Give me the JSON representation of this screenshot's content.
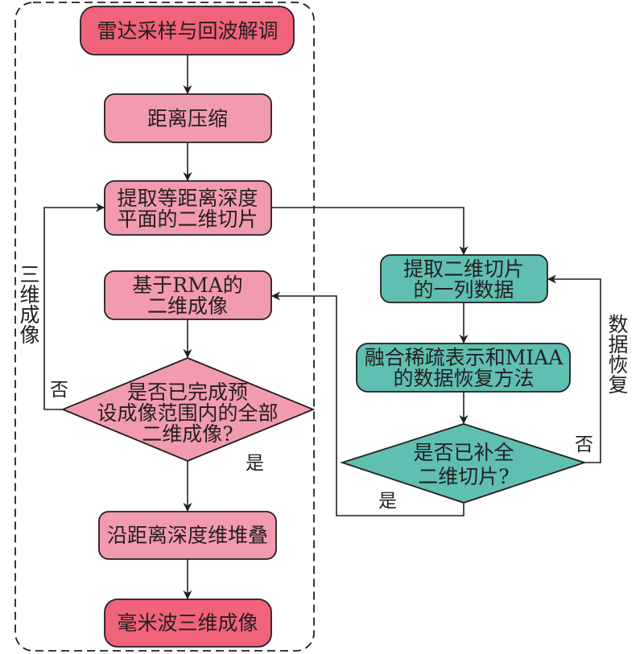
{
  "colors": {
    "primary_node": "#f0637b",
    "secondary_node": "#f29bae",
    "recovery_node": "#5fbfb1",
    "stroke": "#231f20",
    "text": "#231f20"
  },
  "nodes": {
    "radar_sampling": {
      "lines": [
        "雷达采样与回波解调"
      ]
    },
    "range_compression": {
      "lines": [
        "距离压缩"
      ]
    },
    "extract_slice": {
      "lines": [
        "提取等距离深度",
        "平面的二维切片"
      ]
    },
    "rma_imaging": {
      "lines": [
        "基于RMA的",
        "二维成像"
      ]
    },
    "imaging_done_decision": {
      "lines": [
        "是否已完成预",
        "设成像范围内的全部",
        "二维成像?"
      ]
    },
    "stack": {
      "lines": [
        "沿距离深度维堆叠"
      ]
    },
    "mmwave_3d": {
      "lines": [
        "毫米波三维成像"
      ]
    },
    "extract_column": {
      "lines": [
        "提取二维切片",
        "的一列数据"
      ]
    },
    "recovery_method": {
      "lines": [
        "融合稀疏表示和MIAA",
        "的数据恢复方法"
      ]
    },
    "slice_complete_decision": {
      "lines": [
        "是否已补全",
        "二维切片?"
      ]
    }
  },
  "edge_labels": {
    "left_no": "否",
    "left_yes": "是",
    "right_no": "否",
    "right_yes": "是"
  },
  "loop_labels": {
    "three_d_imaging": [
      "三",
      "维",
      "成",
      "像"
    ],
    "data_recovery": [
      "数",
      "据",
      "恢",
      "复"
    ]
  }
}
